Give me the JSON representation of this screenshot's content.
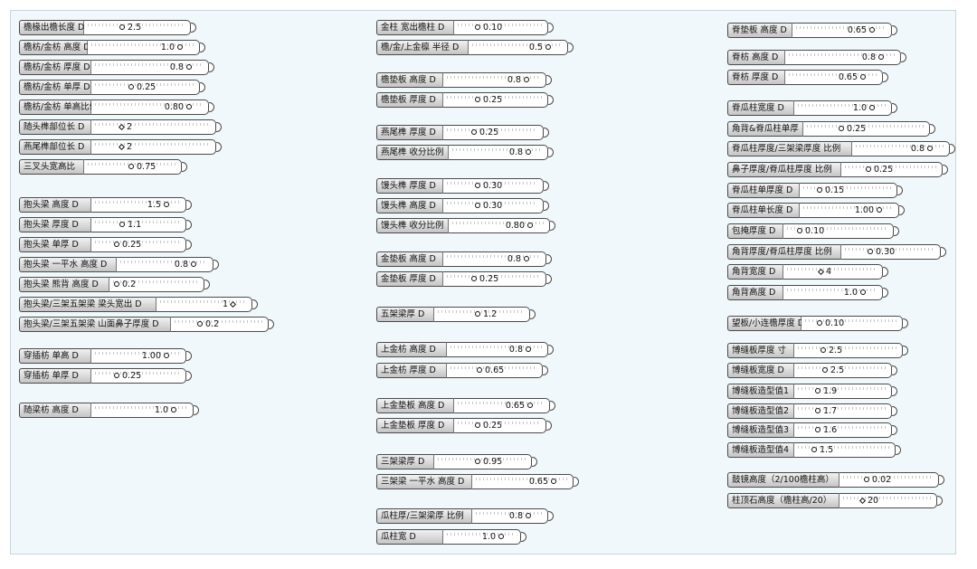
{
  "sliders": [
    {
      "label": "檐椽出檐长度 D",
      "value": "2.5"
    },
    {
      "label": "檐枋/金枋 高度 D",
      "value": "1.0"
    },
    {
      "label": "檐枋/金枋 厚度 D",
      "value": "0.8"
    },
    {
      "label": "檐枋/金枋 单厚 D",
      "value": "0.25"
    },
    {
      "label": "檐枋/金枋 单高比例",
      "value": "0.80"
    },
    {
      "label": "随头榫部位长 D",
      "value": "2"
    },
    {
      "label": "燕尾榫部位长 D",
      "value": "2"
    },
    {
      "label": "三叉头宽高比",
      "value": "0.75"
    },
    {
      "label": "抱头梁 高度 D",
      "value": "1.5"
    },
    {
      "label": "抱头梁 厚度 D",
      "value": "1.1"
    },
    {
      "label": "抱头梁 单厚 D",
      "value": "0.25"
    },
    {
      "label": "抱头梁 一平水 高度 D",
      "value": "0.8"
    },
    {
      "label": "抱头梁 熊背 高度 D",
      "value": "0.2"
    },
    {
      "label": "抱头梁/三架五架梁 梁头宽出 D",
      "value": "1"
    },
    {
      "label": "抱头梁/三架五架梁 山面鼻子厚度 D",
      "value": "0.2"
    },
    {
      "label": "穿插枋 单高 D",
      "value": "1.00"
    },
    {
      "label": "穿插枋 单厚 D",
      "value": "0.25"
    },
    {
      "label": "随梁枋 高度 D",
      "value": "1.0"
    },
    {
      "label": "金柱 宽出檐柱 D",
      "value": "0.10"
    },
    {
      "label": "檐/金/上金檩 半径 D",
      "value": "0.5"
    },
    {
      "label": "檐垫板 高度 D",
      "value": "0.8"
    },
    {
      "label": "檐垫板 厚度 D",
      "value": "0.25"
    },
    {
      "label": "燕尾榫 厚度 D",
      "value": "0.25"
    },
    {
      "label": "燕尾榫 收分比例",
      "value": "0.8"
    },
    {
      "label": "馒头榫 厚度 D",
      "value": "0.30"
    },
    {
      "label": "馒头榫 高度 D",
      "value": "0.30"
    },
    {
      "label": "馒头榫 收分比例",
      "value": "0.80"
    },
    {
      "label": "金垫板 高度 D",
      "value": "0.8"
    },
    {
      "label": "金垫板 厚度 D",
      "value": "0.25"
    },
    {
      "label": "五架梁厚 D",
      "value": "1.2"
    },
    {
      "label": "上金枋 高度 D",
      "value": "0.8"
    },
    {
      "label": "上金枋 厚度 D",
      "value": "0.65"
    },
    {
      "label": "上金垫板 高度 D",
      "value": "0.65"
    },
    {
      "label": "上金垫板 厚度 D",
      "value": "0.25"
    },
    {
      "label": "三架梁厚 D",
      "value": "0.95"
    },
    {
      "label": "三架梁 一平水 高度 D",
      "value": "0.65"
    },
    {
      "label": "瓜柱厚/三架梁厚 比例",
      "value": "0.8"
    },
    {
      "label": "瓜柱宽 D",
      "value": "1.0"
    },
    {
      "label": "脊垫板 高度 D",
      "value": "0.65"
    },
    {
      "label": "脊枋 高度 D",
      "value": "0.8"
    },
    {
      "label": "脊枋 厚度 D",
      "value": "0.65"
    },
    {
      "label": "脊瓜柱宽度 D",
      "value": "1.0"
    },
    {
      "label": "角背&脊瓜柱单厚",
      "value": "0.25"
    },
    {
      "label": "脊瓜柱厚度/三架梁厚度 比例",
      "value": "0.8"
    },
    {
      "label": "鼻子厚度/脊瓜柱厚度 比例",
      "value": "0.25"
    },
    {
      "label": "脊瓜柱单厚度 D",
      "value": "0.15"
    },
    {
      "label": "脊瓜柱单长度 D",
      "value": "1.00"
    },
    {
      "label": "包掩厚度 D",
      "value": "0.10"
    },
    {
      "label": "角背厚度/脊瓜柱厚度 比例",
      "value": "0.30"
    },
    {
      "label": "角背宽度 D",
      "value": "4"
    },
    {
      "label": "角背高度 D",
      "value": "1.0"
    },
    {
      "label": "望板/小连檐厚度 D",
      "value": "0.10"
    },
    {
      "label": "博缝板厚度 寸",
      "value": "2.5"
    },
    {
      "label": "博缝板宽度 D",
      "value": "2.5"
    },
    {
      "label": "博缝板造型值1",
      "value": "1.9"
    },
    {
      "label": "博缝板造型值2",
      "value": "1.7"
    },
    {
      "label": "博缝板造型值3",
      "value": "1.6"
    },
    {
      "label": "博缝板造型值4",
      "value": "1.5"
    },
    {
      "label": "鼓镜高度（2/100檐柱高）",
      "value": "0.02"
    },
    {
      "label": "柱顶石高度（檐柱高/20）",
      "value": "20"
    }
  ]
}
